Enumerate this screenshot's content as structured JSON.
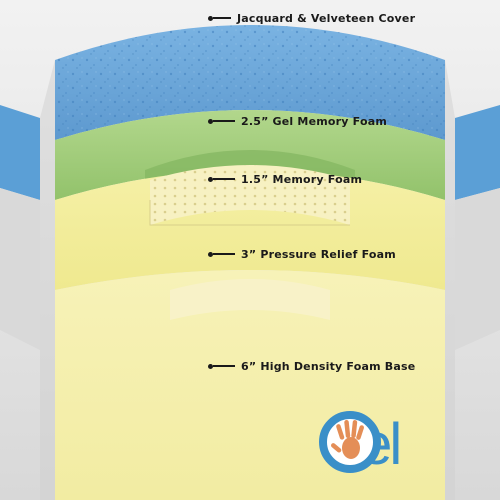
{
  "layers": [
    {
      "label": "Jacquard & Velveteen Cover",
      "color": "#e3e3e3"
    },
    {
      "label": "2.5” Gel Memory Foam",
      "color": "#6ea7da"
    },
    {
      "label": "1.5” Memory Foam",
      "color": "#a7d080"
    },
    {
      "label": "3” Pressure Relief Foam",
      "color": "#f1ec9d"
    },
    {
      "label": "6” High Density Foam Base",
      "color": "#f4efb0"
    }
  ],
  "logo": {
    "text": "Gel",
    "icon": "hand-print-icon",
    "color": "#3a8fc8"
  }
}
